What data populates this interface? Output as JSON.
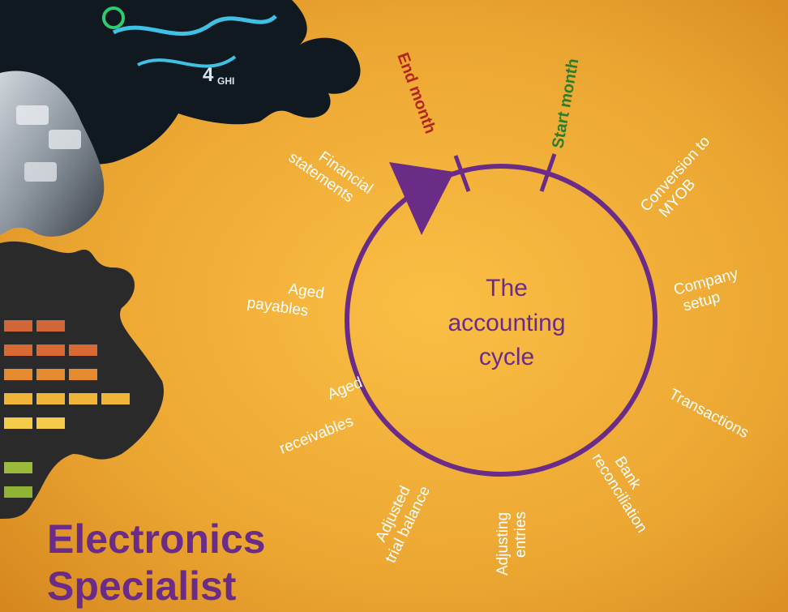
{
  "diagram": {
    "center_lines": [
      "The",
      "accounting",
      "cycle"
    ],
    "markers": {
      "end": "End month",
      "start": "Start month"
    },
    "steps": [
      {
        "lines": [
          "Conversion to",
          "MYOB"
        ]
      },
      {
        "lines": [
          "Company",
          "setup"
        ]
      },
      {
        "lines": [
          "Transactions"
        ]
      },
      {
        "lines": [
          "Bank",
          "reconciliation"
        ]
      },
      {
        "lines": [
          "Adjusting",
          "entries"
        ]
      },
      {
        "lines": [
          "Adjusted",
          "trial balance"
        ]
      },
      {
        "lines": [
          "Aged",
          "receivables"
        ]
      },
      {
        "lines": [
          "Aged",
          "payables"
        ]
      },
      {
        "lines": [
          "Financial",
          "statements"
        ]
      }
    ]
  },
  "brand": {
    "line1": "Electronics",
    "line2": "Specialist"
  },
  "colors": {
    "background": "#e79b2a",
    "background_glow": "#fbbf45",
    "accent_purple": "#6a2c86",
    "end_marker": "#b3261e",
    "start_marker": "#2f7d2a",
    "label_text": "#ffffff"
  }
}
